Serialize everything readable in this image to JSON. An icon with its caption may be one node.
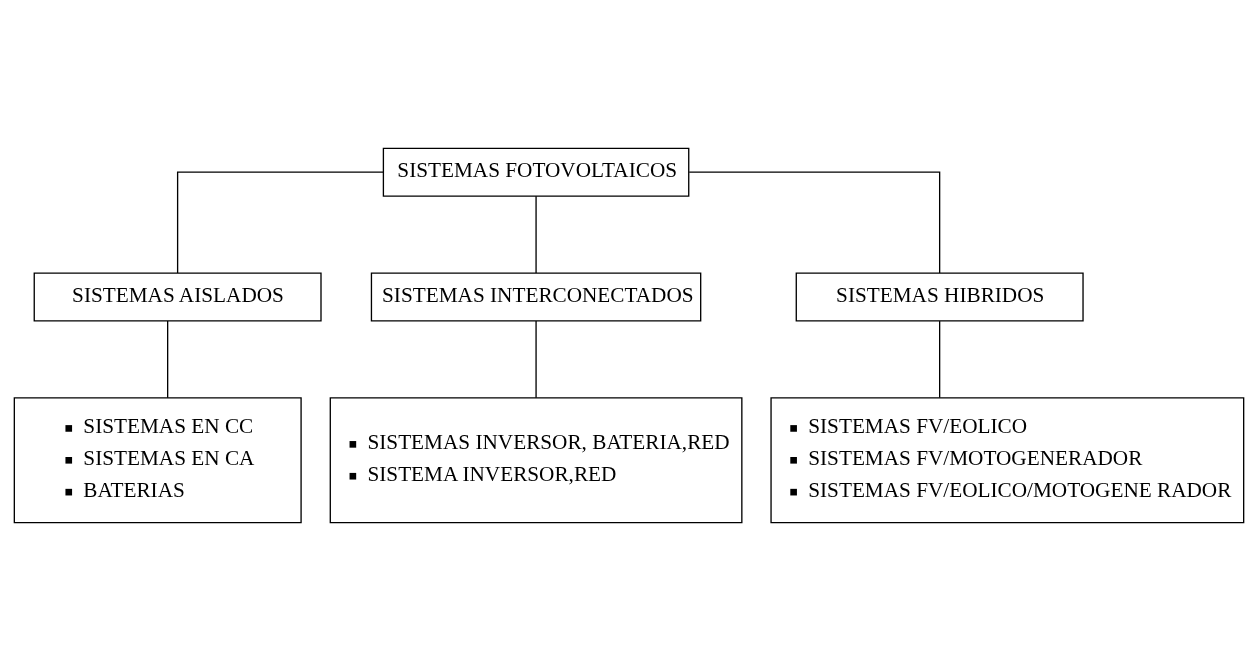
{
  "diagram": {
    "nodes": [
      {
        "text": [
          "SISTEMAS FOTOVOLTAICOS"
        ]
      },
      {
        "text": [
          "SISTEMAS AISLADOS"
        ]
      },
      {
        "text": [
          "SISTEMAS INTERCONECTADOS"
        ]
      },
      {
        "text": [
          "SISTEMAS HIBRIDOS"
        ]
      },
      {
        "text": [
          "SISTEMAS EN CC",
          "SISTEMAS EN CA",
          "BATERIAS"
        ]
      },
      {
        "text": [
          "SISTEMAS INVERSOR, BATERIA,RED",
          "SISTEMA INVERSOR,RED"
        ]
      },
      {
        "text": [
          "SISTEMAS FV/EOLICO",
          "SISTEMAS FV/MOTOGENERADOR",
          "SISTEMAS FV/EOLICO/MOTOGENE RADOR"
        ]
      }
    ],
    "edges": [
      {
        "from": 0,
        "to": 1,
        "arrow": "none"
      },
      {
        "from": 0,
        "to": 2,
        "arrow": "none"
      },
      {
        "from": 0,
        "to": 3,
        "arrow": "none"
      },
      {
        "from": 1,
        "to": 4,
        "arrow": "none"
      },
      {
        "from": 2,
        "to": 5,
        "arrow": "none"
      },
      {
        "from": 3,
        "to": 6,
        "arrow": "none"
      }
    ]
  }
}
